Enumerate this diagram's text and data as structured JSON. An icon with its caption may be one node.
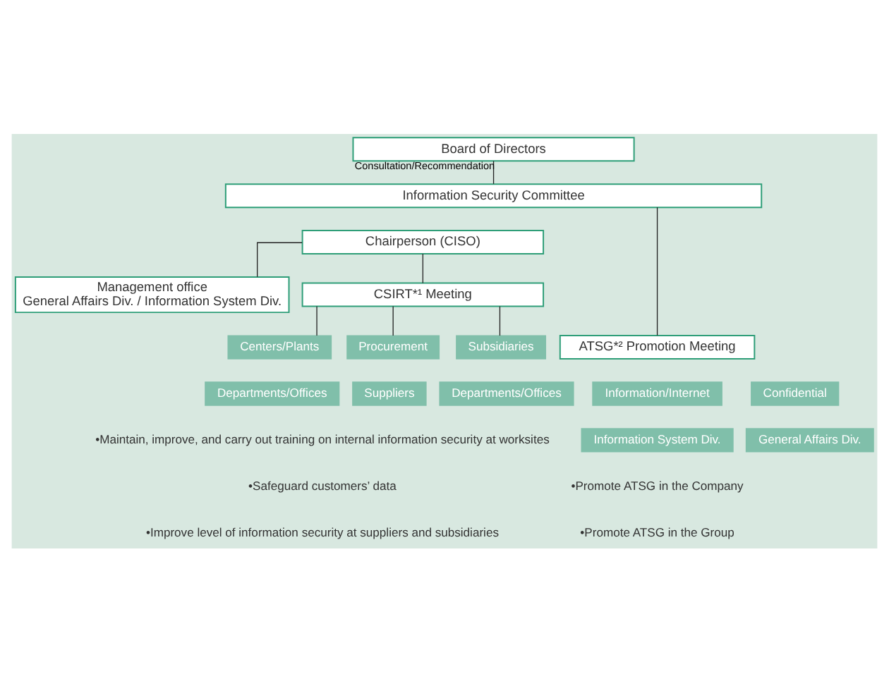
{
  "diagram": {
    "nodes": [
      {
        "text": [
          "Board of Directors"
        ]
      },
      {
        "text": [
          "Information Security Committee"
        ]
      },
      {
        "text": [
          "Chairperson (CISO)"
        ]
      },
      {
        "text": [
          "Management office",
          "General Affairs Div. / Information System Div."
        ]
      },
      {
        "text": [
          "CSIRT*¹ Meeting"
        ]
      },
      {
        "text": [
          "ATSG*² Promotion Meeting"
        ]
      },
      {
        "text": [
          "Information/Internet"
        ]
      },
      {
        "text": [
          "Confidential"
        ]
      },
      {
        "text": [
          "Information System Div."
        ]
      },
      {
        "text": [
          "General Affairs Div."
        ]
      },
      {
        "text": [
          "Centers/Plants"
        ]
      },
      {
        "text": [
          "Procurement"
        ]
      },
      {
        "text": [
          "Subsidiaries"
        ]
      },
      {
        "text": [
          "Departments/Offices"
        ]
      },
      {
        "text": [
          "Suppliers"
        ]
      },
      {
        "text": [
          "Departments/Offices"
        ]
      }
    ],
    "edges": [
      {
        "from": 0,
        "to": 1,
        "arrow": "none",
        "label": "Consultation/Recommendation"
      },
      {
        "from": 1,
        "to": 5,
        "arrow": "none"
      },
      {
        "from": 2,
        "to": 4,
        "arrow": "none"
      },
      {
        "from": 2,
        "to": 3,
        "arrow": "none"
      },
      {
        "from": 4,
        "to": 10,
        "arrow": "none"
      },
      {
        "from": 4,
        "to": 11,
        "arrow": "none"
      },
      {
        "from": 4,
        "to": 12,
        "arrow": "none"
      }
    ],
    "labels": [
      "•Promote ATSG in the Company",
      "•Promote ATSG in the Group",
      "•Maintain, improve, and carry out training on internal information security at worksites",
      "•Safeguard customers’ data",
      "•Improve level of information security at suppliers and subsidiaries"
    ]
  }
}
